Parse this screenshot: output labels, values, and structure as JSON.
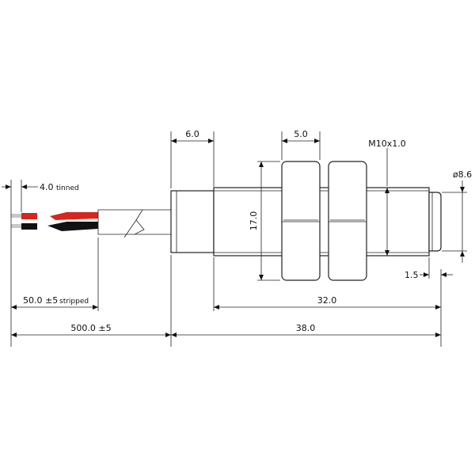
{
  "dimensions": {
    "tinned_len": "4.0",
    "tinned_label": "tinned",
    "stripped_len": "50.0 ±5",
    "stripped_label": "stripped",
    "cable_len": "500.0 ±5",
    "collar_len": "6.0",
    "nut_width": "5.0",
    "thread": "M10x1.0",
    "tip_diameter": "ø8.6",
    "nut_height": "17.0",
    "tip_len": "1.5",
    "thread_len": "32.0",
    "body_len": "38.0"
  },
  "colors": {
    "wire_red": "#d7261e",
    "wire_black": "#111111",
    "wire_tin": "#c8c8c8",
    "line": "#222222"
  }
}
